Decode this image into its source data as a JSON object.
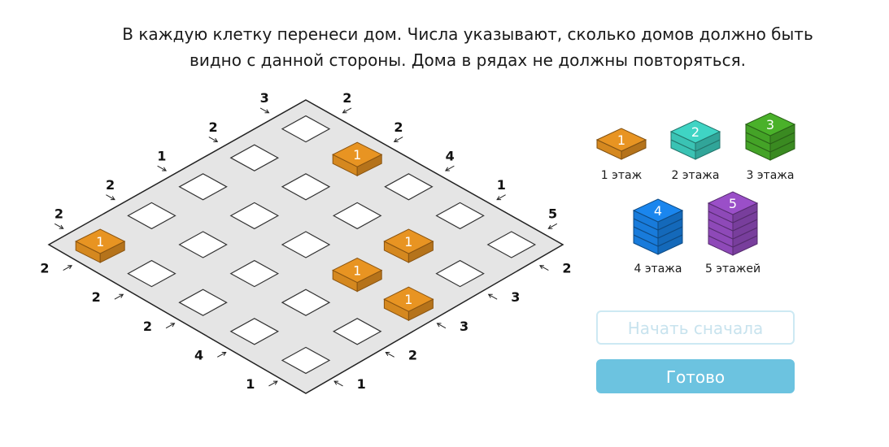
{
  "instruction": {
    "line1": "В каждую клетку перенеси дом. Числа указывают, сколько домов должно быть",
    "line2": "видно с данной стороны. Дома в рядах не должны повторяться."
  },
  "palette": [
    {
      "floors": 1,
      "number": "1",
      "label": "1 этаж",
      "color": "#e89422"
    },
    {
      "floors": 2,
      "number": "2",
      "label": "2 этажа",
      "color": "#3fd4c4"
    },
    {
      "floors": 3,
      "number": "3",
      "label": "3 этажа",
      "color": "#4ab12a"
    },
    {
      "floors": 4,
      "number": "4",
      "label": "4 этажа",
      "color": "#1a86ee"
    },
    {
      "floors": 5,
      "number": "5",
      "label": "5 этажей",
      "color": "#9a4fc8"
    }
  ],
  "clues": {
    "top_left": [
      "3",
      "2",
      "1",
      "2",
      "2"
    ],
    "top_right": [
      "2",
      "2",
      "4",
      "1",
      "5"
    ],
    "bottom_left": [
      "2",
      "2",
      "2",
      "4",
      "1"
    ],
    "bottom_right": [
      "2",
      "3",
      "3",
      "2",
      "1"
    ]
  },
  "placed_houses": [
    {
      "row": 0,
      "col": 1,
      "number": "1"
    },
    {
      "row": 1,
      "col": 3,
      "number": "1"
    },
    {
      "row": 2,
      "col": 3,
      "number": "1"
    },
    {
      "row": 2,
      "col": 4,
      "number": "1"
    },
    {
      "row": 4,
      "col": 0,
      "number": "1"
    }
  ],
  "buttons": {
    "restart": "Начать сначала",
    "done": "Готово"
  }
}
